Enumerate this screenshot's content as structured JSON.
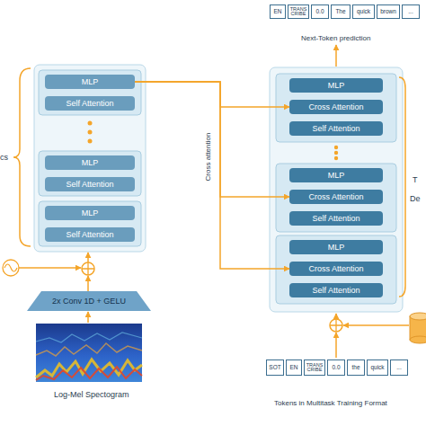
{
  "diagram": {
    "nodes": [
      {
        "text": [
          "EN"
        ]
      },
      {
        "text": [
          "TRANS CRIBE"
        ]
      },
      {
        "text": [
          "0.0"
        ]
      },
      {
        "text": [
          "The"
        ]
      },
      {
        "text": [
          "quick"
        ]
      },
      {
        "text": [
          "brown"
        ]
      },
      {
        "text": [
          "..."
        ]
      },
      {
        "text": [
          "MLP"
        ]
      },
      {
        "text": [
          "Self Attention"
        ]
      },
      {
        "text": [
          "MLP"
        ]
      },
      {
        "text": [
          "Self Attention"
        ]
      },
      {
        "text": [
          "MLP"
        ]
      },
      {
        "text": [
          "Self Attention"
        ]
      },
      {
        "text": [
          "MLP"
        ]
      },
      {
        "text": [
          "Cross Attention"
        ]
      },
      {
        "text": [
          "Self Attention"
        ]
      },
      {
        "text": [
          "MLP"
        ]
      },
      {
        "text": [
          "Cross Attention"
        ]
      },
      {
        "text": [
          "Self Attention"
        ]
      },
      {
        "text": [
          "MLP"
        ]
      },
      {
        "text": [
          "Cross Attention"
        ]
      },
      {
        "text": [
          "Self Attention"
        ]
      },
      {
        "text": [
          "2x Conv 1D + GELU"
        ]
      },
      {
        "text": [
          "SOT"
        ]
      },
      {
        "text": [
          "EN"
        ]
      },
      {
        "text": [
          "TRANS CRIBE"
        ]
      },
      {
        "text": [
          "0.0"
        ]
      },
      {
        "text": [
          "the"
        ]
      },
      {
        "text": [
          "quick"
        ]
      },
      {
        "text": [
          "..."
        ]
      }
    ],
    "edges": [
      {
        "from": 7,
        "to": 14,
        "arrow": "to"
      },
      {
        "from": 7,
        "to": 17,
        "arrow": "to"
      },
      {
        "from": 7,
        "to": 20,
        "arrow": "to"
      }
    ],
    "labels": [
      "cs",
      "Log-Mel Spectogram",
      "Cross attention",
      "Next-Token prediction",
      "T",
      "De",
      "Tokens in Multitask Training Format"
    ]
  }
}
